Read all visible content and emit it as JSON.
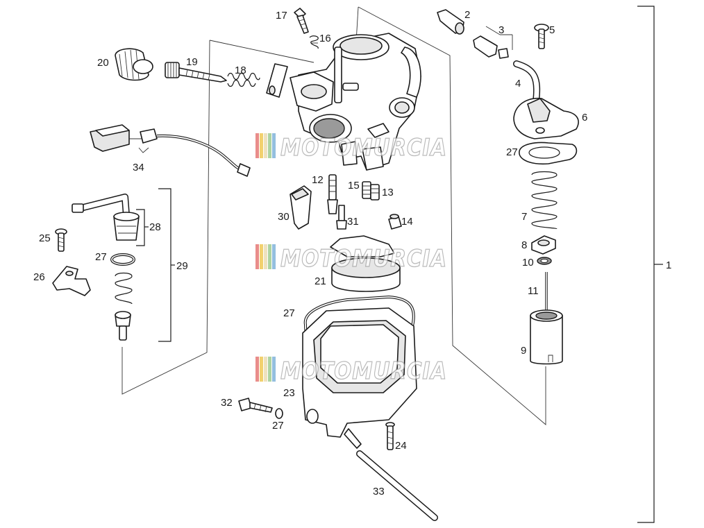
{
  "watermark": "MOTOMURCIA",
  "colors": {
    "line": "#1a1a1a",
    "watermark_stripes": [
      "#e4716e",
      "#f0c64a",
      "#eadcb0",
      "#9bc98a",
      "#7ab0d8"
    ]
  },
  "labels": {
    "p1": "1",
    "p2": "2",
    "p3": "3",
    "p4": "4",
    "p5": "5",
    "p6": "6",
    "p7": "7",
    "p8": "8",
    "p9": "9",
    "p10": "10",
    "p11": "11",
    "p12": "12",
    "p13": "13",
    "p14": "14",
    "p15": "15",
    "p16": "16",
    "p17": "17",
    "p18": "18",
    "p19": "19",
    "p20": "20",
    "p21": "21",
    "p23": "23",
    "p24": "24",
    "p25": "25",
    "p26": "26",
    "p27": "27",
    "p28": "28",
    "p29": "29",
    "p30": "30",
    "p31": "31",
    "p32": "32",
    "p33": "33",
    "p34": "34"
  }
}
